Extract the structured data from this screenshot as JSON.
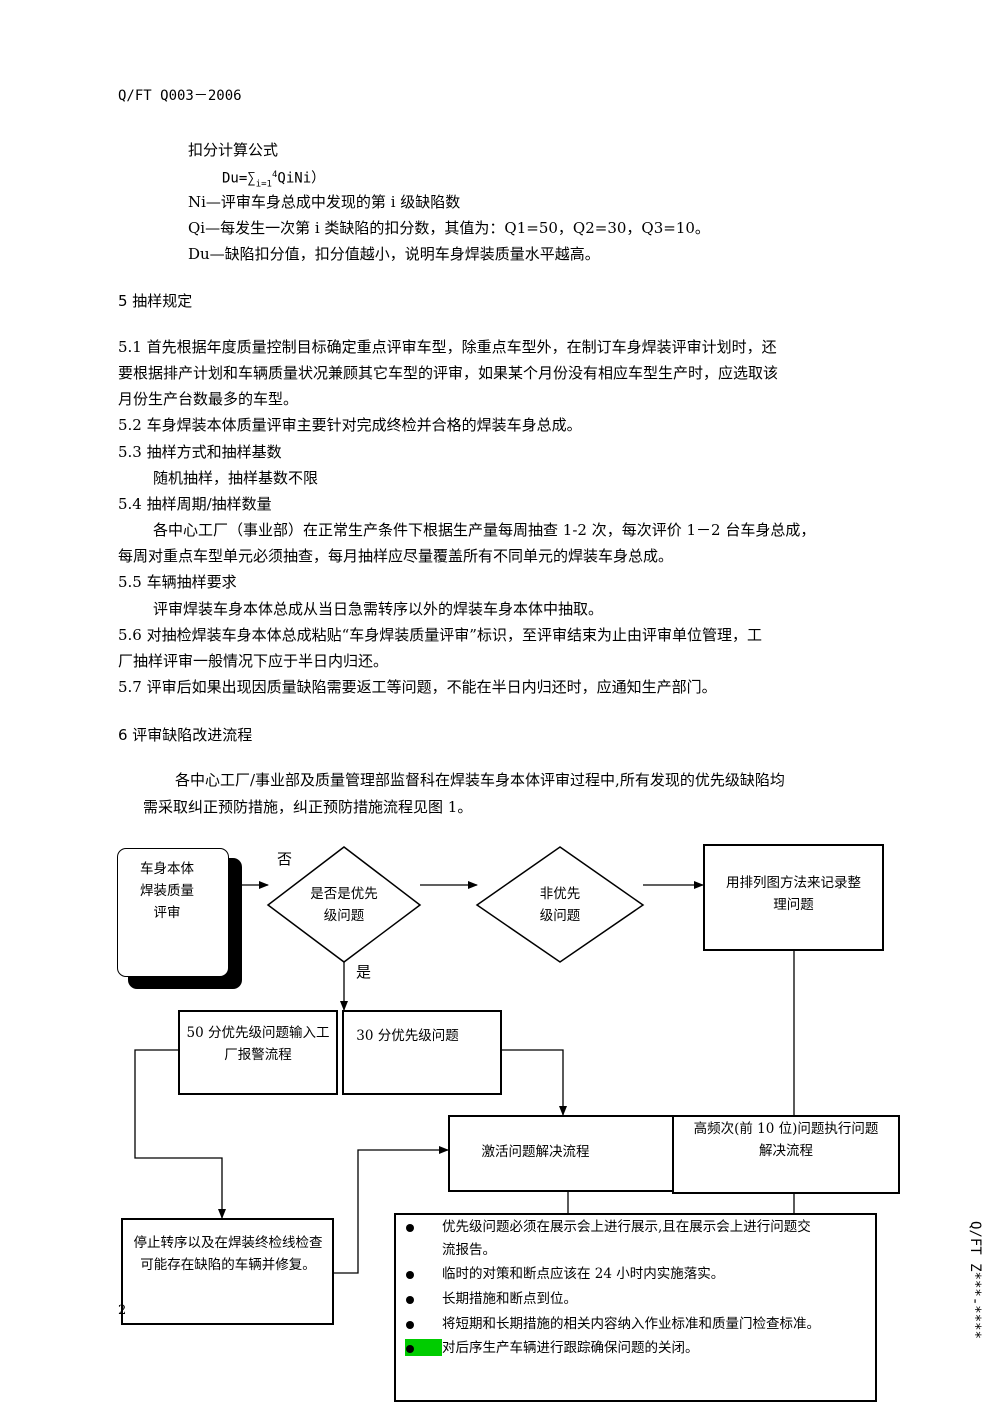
{
  "header": {
    "doc_code": "Q/FT Q003－2006"
  },
  "formula": {
    "title": "扣分计算公式",
    "expr_prefix": "Du=∑",
    "expr_sub": "i=1",
    "expr_sup": "4",
    "expr_suffix": "QiNi）",
    "ni_def": "Ni—评审车身总成中发现的第 i 级缺陷数",
    "qi_def": "Qi—每发生一次第 i 类缺陷的扣分数，其值为：Q1=50，Q2=30，Q3=10。",
    "du_def": "Du—缺陷扣分值，扣分值越小，说明车身焊装质量水平越高。"
  },
  "section5": {
    "heading": "5   抽样规定",
    "p51_l1": "5.1   首先根据年度质量控制目标确定重点评审车型，除重点车型外，在制订车身焊装评审计划时，还",
    "p51_l2": "要根据排产计划和车辆质量状况兼顾其它车型的评审，如果某个月份没有相应车型生产时，应选取该",
    "p51_l3": "月份生产台数最多的车型。",
    "p52": "5.2   车身焊装本体质量评审主要针对完成终检并合格的焊装车身总成。",
    "p53": "5.3   抽样方式和抽样基数",
    "p53_body": "随机抽样，抽样基数不限",
    "p54": "5.4   抽样周期/抽样数量",
    "p54_l1": "各中心工厂（事业部）在正常生产条件下根据生产量每周抽查 1-2 次，每次评价 1－2 台车身总成，",
    "p54_l2": "每周对重点车型单元必须抽查，每月抽样应尽量覆盖所有不同单元的焊装车身总成。",
    "p55": "5.5   车辆抽样要求",
    "p55_body": "评审焊装车身本体总成从当日急需转序以外的焊装车身本体中抽取。",
    "p56_l1": "5.6   对抽检焊装车身本体总成粘贴“车身焊装质量评审”标识，至评审结束为止由评审单位管理，工",
    "p56_l2": "厂抽样评审一般情况下应于半日内归还。",
    "p57": "5.7   评审后如果出现因质量缺陷需要返工等问题，不能在半日内归还时，应通知生产部门。"
  },
  "section6": {
    "heading": "6   评审缺陷改进流程",
    "p_l1": "各中心工厂/事业部及质量管理部监督科在焊装车身本体评审过程中,所有发现的优先级缺陷均",
    "p_l2": "需采取纠正预防措施，纠正预防措施流程见图 1。"
  },
  "flow": {
    "start_l1": "车身本体",
    "start_l2": "焊装质量",
    "start_l3": "评审",
    "no_label": "否",
    "yes_label": "是",
    "decision_l1": "是否是优先",
    "decision_l2": "级问题",
    "nonprio_l1": "非优先",
    "nonprio_l2": "级问题",
    "pareto_l1": "用排列图方法来记录整",
    "pareto_l2": "理问题",
    "p50_l1": "50 分优先级问题输入工",
    "p50_l2": "厂报警流程",
    "p30": "30 分优先级问题",
    "activate": "激活问题解决流程",
    "highfreq_l1": "高频次(前 10 位)问题执行问题",
    "highfreq_l2": "解决流程",
    "stop_l1": "停止转序以及在焊装终检线检查",
    "stop_l2": "可能存在缺陷的车辆并修复。",
    "notes": [
      "优先级问题必须在展示会上进行展示,且在展示会上进行问题交",
      "流报告。",
      "临时的对策和断点应该在 24 小时内实施落实。",
      "长期措施和断点到位。",
      "将短期和长期措施的相关内容纳入作业标准和质量门检查标准。",
      "对后序生产车辆进行跟踪确保问题的关闭。"
    ],
    "highlight_color": "#00cc00"
  },
  "footer": {
    "page_number": "2",
    "side_code": "Q/FT Z***-****"
  }
}
